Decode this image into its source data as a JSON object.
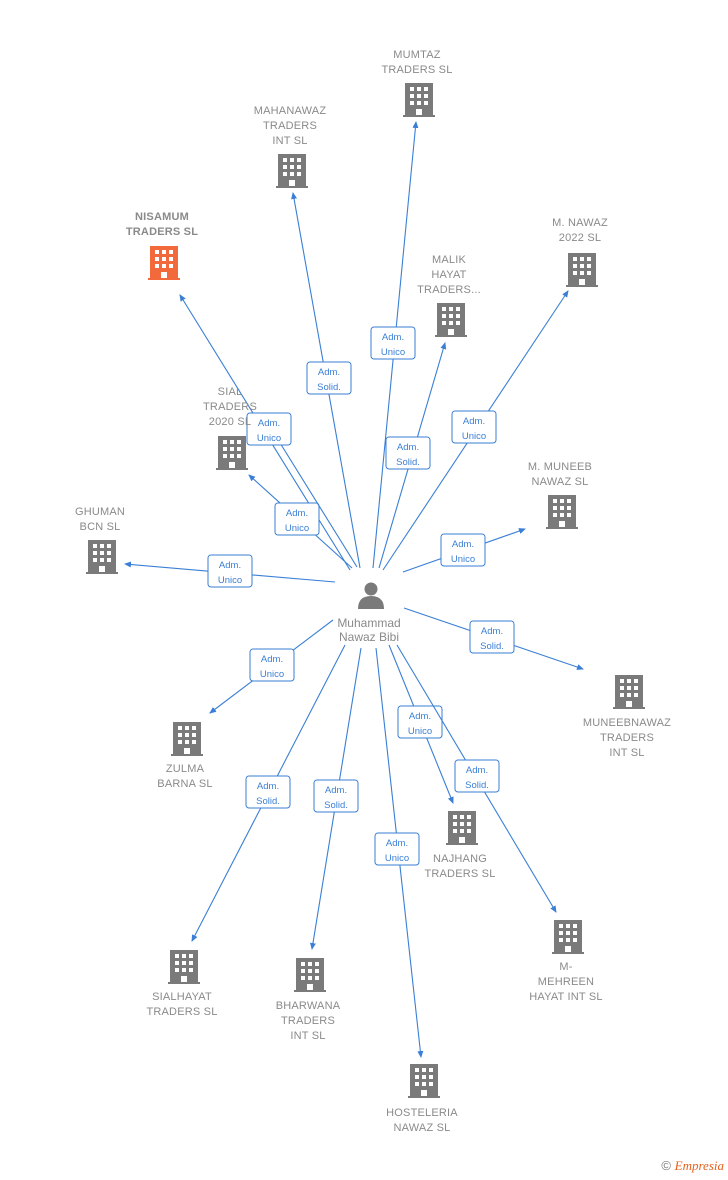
{
  "diagram": {
    "person": {
      "label_lines": [
        "Muhammad",
        "Nawaz Bibi"
      ]
    },
    "colors": {
      "edge": "#3a7fd5",
      "building": "#7a7a7a",
      "building_highlight": "#f26a3c",
      "label": "#8a8a8a"
    },
    "companies": [
      {
        "id": "mumtaz",
        "label_lines": [
          "MUMTAZ",
          "TRADERS  SL"
        ],
        "role_lines": [
          "Adm.",
          "Unico"
        ],
        "highlight": false
      },
      {
        "id": "mahanawaz",
        "label_lines": [
          "MAHANAWAZ",
          "TRADERS",
          "INT  SL"
        ],
        "role_lines": [
          "Adm.",
          "Solid."
        ],
        "highlight": false
      },
      {
        "id": "nisamum",
        "label_lines": [
          "NISAMUM",
          "TRADERS  SL"
        ],
        "role_lines": [],
        "highlight": true
      },
      {
        "id": "m-nawaz-2022",
        "label_lines": [
          "M.  NAWAZ",
          "2022  SL"
        ],
        "role_lines": [
          "Adm.",
          "Unico"
        ],
        "highlight": false
      },
      {
        "id": "malik-hayat",
        "label_lines": [
          "MALIK",
          "HAYAT",
          "TRADERS..."
        ],
        "role_lines": [
          "Adm.",
          "Solid."
        ],
        "highlight": false
      },
      {
        "id": "sial-traders-2020",
        "label_lines": [
          "SIAL",
          "TRADERS",
          "2020  SL"
        ],
        "role_lines": [
          "Adm.",
          "Unico"
        ],
        "highlight": false
      },
      {
        "id": "sial-traders-2020-b",
        "label_lines": [],
        "role_lines": [
          "Adm.",
          "Unico"
        ],
        "highlight": false
      },
      {
        "id": "m-muneeb-nawaz",
        "label_lines": [
          "M.  MUNEEB",
          "NAWAZ  SL"
        ],
        "role_lines": [
          "Adm.",
          "Unico"
        ],
        "highlight": false
      },
      {
        "id": "ghuman-bcn",
        "label_lines": [
          "GHUMAN",
          "BCN  SL"
        ],
        "role_lines": [
          "Adm.",
          "Unico"
        ],
        "highlight": false
      },
      {
        "id": "muneebnawaz",
        "label_lines": [
          "MUNEEBNAWAZ",
          "TRADERS",
          "INT  SL"
        ],
        "role_lines": [
          "Adm.",
          "Solid."
        ],
        "highlight": false
      },
      {
        "id": "zulma-barna",
        "label_lines": [
          "ZULMA",
          "BARNA SL"
        ],
        "role_lines": [
          "Adm.",
          "Unico"
        ],
        "highlight": false
      },
      {
        "id": "najhang",
        "label_lines": [
          "NAJHANG",
          "TRADERS  SL"
        ],
        "role_lines": [
          "Adm.",
          "Unico"
        ],
        "highlight": false
      },
      {
        "id": "m-mehreen",
        "label_lines": [
          "M-",
          "MEHREEN",
          "HAYAT INT  SL"
        ],
        "role_lines": [
          "Adm.",
          "Solid."
        ],
        "highlight": false
      },
      {
        "id": "sialhayat",
        "label_lines": [
          "SIALHAYAT",
          "TRADERS  SL"
        ],
        "role_lines": [
          "Adm.",
          "Solid."
        ],
        "highlight": false
      },
      {
        "id": "bharwana",
        "label_lines": [
          "BHARWANA",
          "TRADERS",
          "INT  SL"
        ],
        "role_lines": [
          "Adm.",
          "Solid."
        ],
        "highlight": false
      },
      {
        "id": "hosteleria-nawaz",
        "label_lines": [
          "HOSTELERIA",
          "NAWAZ  SL"
        ],
        "role_lines": [
          "Adm.",
          "Unico"
        ],
        "highlight": false
      }
    ]
  },
  "footer": {
    "copyright": "©",
    "brand": "Empresia"
  }
}
